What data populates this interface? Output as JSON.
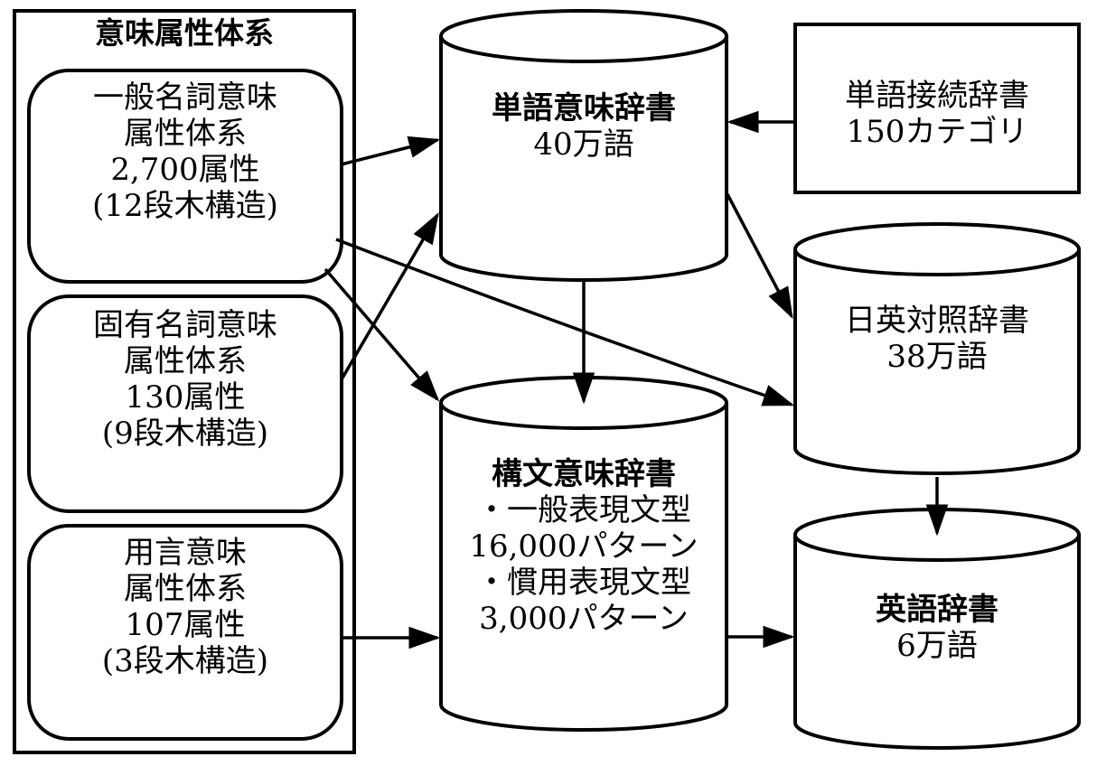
{
  "colors": {
    "ink": "#000000",
    "paper": "#ffffff"
  },
  "attribute_system": {
    "title": "意味属性体系",
    "groups": [
      {
        "lines": [
          "一般名詞意味",
          "属性体系",
          "2,700属性",
          "(12段木構造)"
        ]
      },
      {
        "lines": [
          "固有名詞意味",
          "属性体系",
          "130属性",
          "(9段木構造)"
        ]
      },
      {
        "lines": [
          "用言意味",
          "属性体系",
          "107属性",
          "(3段木構造)"
        ]
      }
    ]
  },
  "word_semantic_dict": {
    "title": "単語意味辞書",
    "size": "40万語"
  },
  "word_connection_dict": {
    "title": "単語接続辞書",
    "size": "150カテゴリ"
  },
  "ja_en_dict": {
    "title": "日英対照辞書",
    "size": "38万語"
  },
  "syntax_semantic_dict": {
    "title": "構文意味辞書",
    "lines": [
      "・一般表現文型",
      "16,000パターン",
      "・慣用表現文型",
      "3,000パターン"
    ]
  },
  "english_dict": {
    "title": "英語辞書",
    "size": "6万語"
  },
  "edges": [
    {
      "from": "一般名詞意味属性体系",
      "to": "単語意味辞書"
    },
    {
      "from": "固有名詞意味属性体系",
      "to": "単語意味辞書"
    },
    {
      "from": "一般名詞意味属性体系",
      "to": "構文意味辞書"
    },
    {
      "from": "一般名詞意味属性体系",
      "to": "日英対照辞書"
    },
    {
      "from": "用言意味属性体系",
      "to": "構文意味辞書"
    },
    {
      "from": "単語接続辞書",
      "to": "単語意味辞書"
    },
    {
      "from": "単語意味辞書",
      "to": "構文意味辞書"
    },
    {
      "from": "単語意味辞書",
      "to": "日英対照辞書"
    },
    {
      "from": "日英対照辞書",
      "to": "英語辞書"
    },
    {
      "from": "構文意味辞書",
      "to": "英語辞書"
    }
  ]
}
